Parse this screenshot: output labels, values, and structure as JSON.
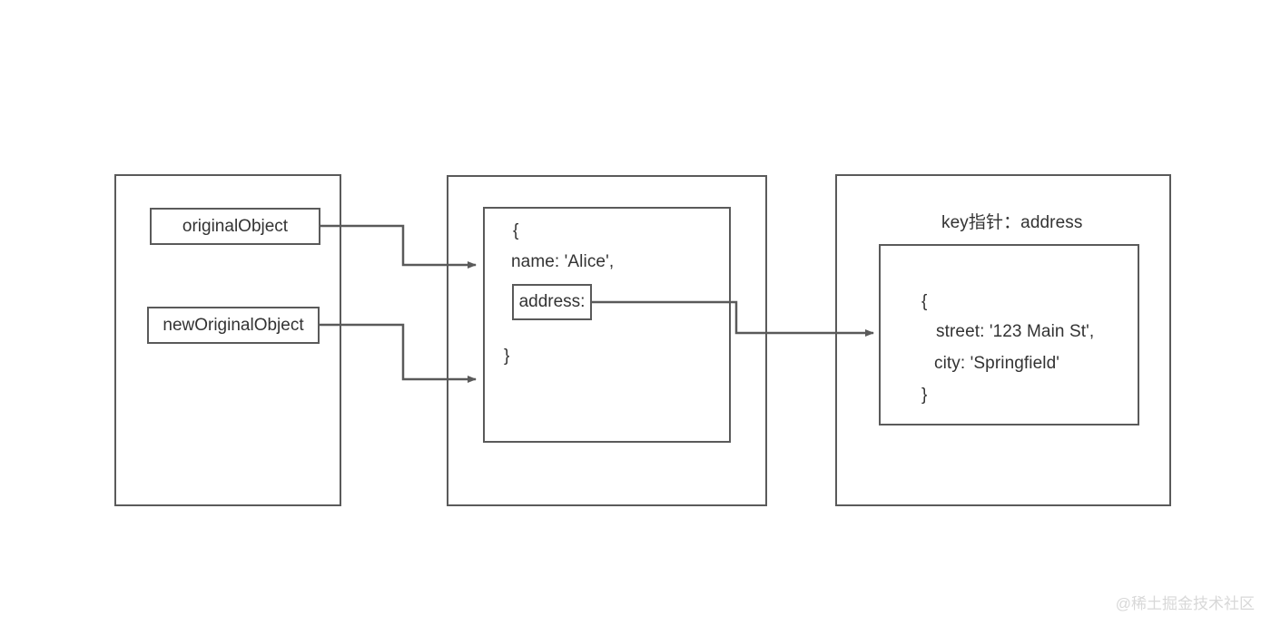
{
  "diagram": {
    "title": "JavaScript shallow copy object reference diagram",
    "stroke_color": "#5a5a5a",
    "text_color": "#333333",
    "background_color": "#ffffff",
    "watermark": "@稀土掘金技术社区"
  },
  "scope_panel": {
    "variables": [
      {
        "name": "originalObject",
        "label": "originalObject"
      },
      {
        "name": "newOriginalObject",
        "label": "newOriginalObject"
      }
    ]
  },
  "object_panel": {
    "code_lines": [
      "{",
      "name: 'Alice',",
      "}"
    ],
    "key_box": {
      "label": "address:"
    }
  },
  "address_panel": {
    "heading": "key指针：address",
    "code_lines": [
      "{",
      "street: '123 Main St',",
      "city: 'Springfield'",
      "}"
    ]
  },
  "connectors": [
    {
      "name": "originalObject-to-object",
      "from": "originalObject",
      "to": "object-literal"
    },
    {
      "name": "newOriginalObject-to-object",
      "from": "newOriginalObject",
      "to": "object-literal"
    },
    {
      "name": "address-key-to-address-object",
      "from": "address-key",
      "to": "address-object"
    }
  ]
}
